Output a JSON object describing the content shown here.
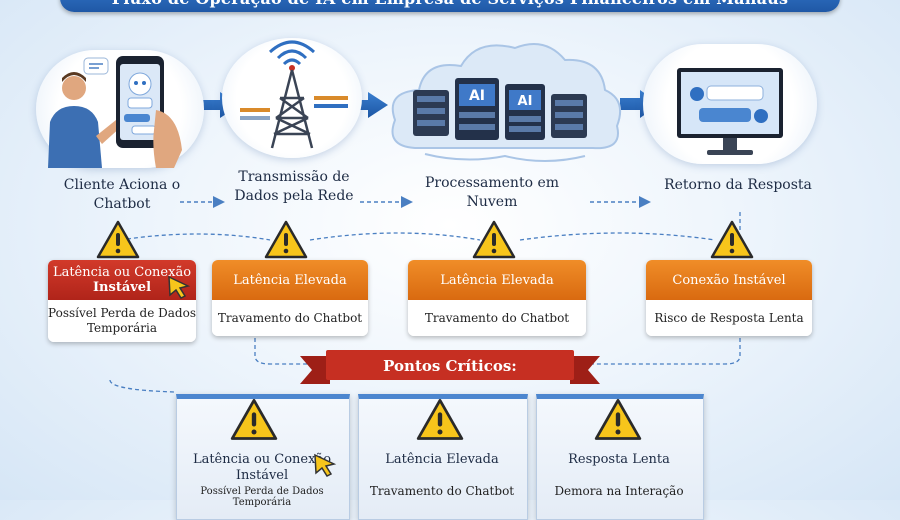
{
  "title": "Fluxo de Operação de IA em Empresa de Serviços Financeiros em Manaus",
  "steps": [
    {
      "label_line1": "Cliente Aciona o",
      "label_line2": "Chatbot"
    },
    {
      "label_line1": "Transmissão de",
      "label_line2": "Dados pela Rede"
    },
    {
      "label_line1": "Processamento em",
      "label_line2": "Nuvem"
    },
    {
      "label_line1": "Retorno da Resposta",
      "label_line2": ""
    }
  ],
  "cards": [
    {
      "head_line1": "Latência ou Conexão",
      "head_line2": "Instável",
      "body_line1": "Possível Perda de Dados",
      "body_line2": "Temporária",
      "color": "#c62f22"
    },
    {
      "head_line1": "Latência Elevada",
      "head_line2": "",
      "body_line1": "Travamento do Chatbot",
      "body_line2": "",
      "color": "#e57c1c"
    },
    {
      "head_line1": "Latência Elevada",
      "head_line2": "",
      "body_line1": "Travamento do Chatbot",
      "body_line2": "",
      "color": "#e57c1c"
    },
    {
      "head_line1": "Conexão Instável",
      "head_line2": "",
      "body_line1": "Risco de Resposta Lenta",
      "body_line2": "",
      "color": "#e57c1c"
    }
  ],
  "critical": {
    "title": "Pontos Críticos:",
    "panels": [
      {
        "line1": "Latência ou Conexão",
        "line2": "Instável",
        "sub": "Possível Perda de Dados Temporária"
      },
      {
        "line1": "Latência Elevada",
        "line2": "",
        "sub": "Travamento do Chatbot"
      },
      {
        "line1": "Resposta Lenta",
        "line2": "",
        "sub": "Demora na Interação"
      }
    ]
  },
  "icons": {
    "chatbot_screen": "AI",
    "server_label": "AI"
  },
  "colors": {
    "accent_blue": "#1f58a6",
    "critical_red": "#c62f22",
    "warning_orange": "#e57c1c",
    "warning_yellow": "#f7c51b"
  }
}
